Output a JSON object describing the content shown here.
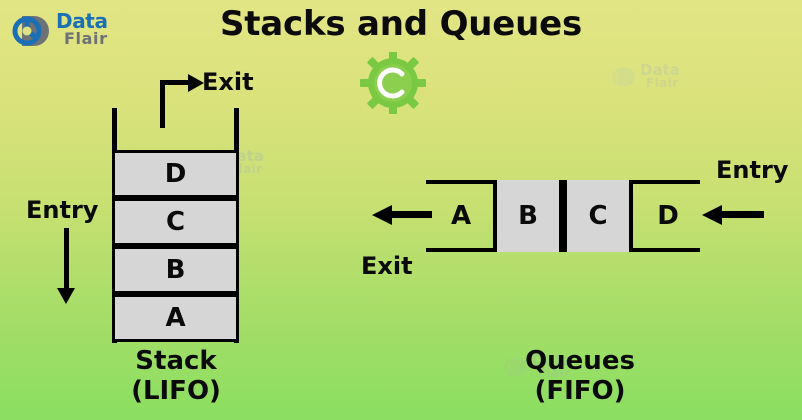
{
  "page": {
    "title": "Stacks and Queues",
    "background_top_color": "#e2e584",
    "background_bottom_color": "#8ade61"
  },
  "brand": {
    "name_part1": "Data",
    "name_part2": "Flair",
    "mark_icon": "dataflair-logo-icon",
    "part1_color": "#1a6fb5",
    "part2_color": "#6d7277"
  },
  "center_logo": {
    "icon": "gear-c-icon",
    "letter": "C",
    "color": "#7ac943"
  },
  "watermark": {
    "name_part1": "Data",
    "name_part2": "Flair",
    "icon": "dataflair-watermark-icon"
  },
  "stack": {
    "caption_line1": "Stack",
    "caption_line2": "(LIFO)",
    "entry_label": "Entry",
    "exit_label": "Exit",
    "cells": [
      {
        "label": "D"
      },
      {
        "label": "C"
      },
      {
        "label": "B"
      },
      {
        "label": "A"
      }
    ],
    "cell_fill_color": "#d6d6d6",
    "border_color": "#000000"
  },
  "queue": {
    "caption_line1": "Queues",
    "caption_line2": "(FIFO)",
    "entry_label": "Entry",
    "exit_label": "Exit",
    "cells": [
      {
        "label": "A",
        "filled": false
      },
      {
        "label": "B",
        "filled": true
      },
      {
        "label": "C",
        "filled": true
      },
      {
        "label": "D",
        "filled": false
      }
    ],
    "cell_fill_color": "#d6d6d6",
    "border_color": "#000000"
  }
}
